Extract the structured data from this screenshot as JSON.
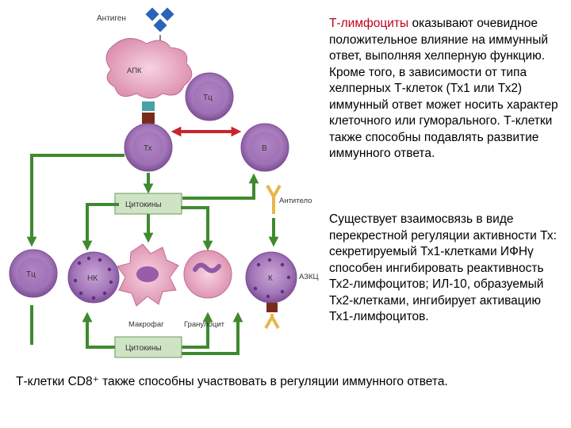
{
  "labels": {
    "antigen_top": "Антиген",
    "apc": "АПК",
    "tc_top": "Тц",
    "th": "Тх",
    "b": "В",
    "cytokines_top": "Цитокины",
    "antibody": "Антитело",
    "tc_left": "Тц",
    "nk": "НК",
    "k": "К",
    "adcc": "АЗКЦ",
    "macrophage": "Макрофаг",
    "granulocyte": "Гранулоцит",
    "cytokines_bottom": "Цитокины"
  },
  "text": {
    "para1_highlight": "Т-лимфоциты",
    "para1_rest": " оказывают очевидное положительное влияние на иммунный ответ, выполняя хелперную функцию. Кроме того, в зависимости от типа хелперных Т-клеток (Тх1 или Тх2) иммунный ответ может носить характер клеточного или гуморального. Т-клетки также способны подавлять развитие иммунного ответа.",
    "para2": "Существует взаимосвязь в виде перекрестной регуляции активности Тх: секретируемый Тх1-клетками ИФНγ способен ингибировать реактивность Тх2-лимфоцитов; ИЛ-10, образуемый Тх2-клетками, ингибирует активацию Тх1-лимфоцитов.",
    "footer": "Т-клетки CD8⁺ также способны участвовать в регуляции иммунного ответа."
  },
  "colors": {
    "arrow_green": "#3f8a2e",
    "arrow_red": "#c8242c",
    "cell_purple": "#b58bc4",
    "cell_nucleus": "#8e5aa6",
    "apc_pink": "#e7a9c0",
    "antigen_blue": "#2b63b8",
    "antibody_yellow": "#e8b64a",
    "receptor_brown": "#7a2a1a",
    "cytokine_box": "#cfe4c4"
  }
}
